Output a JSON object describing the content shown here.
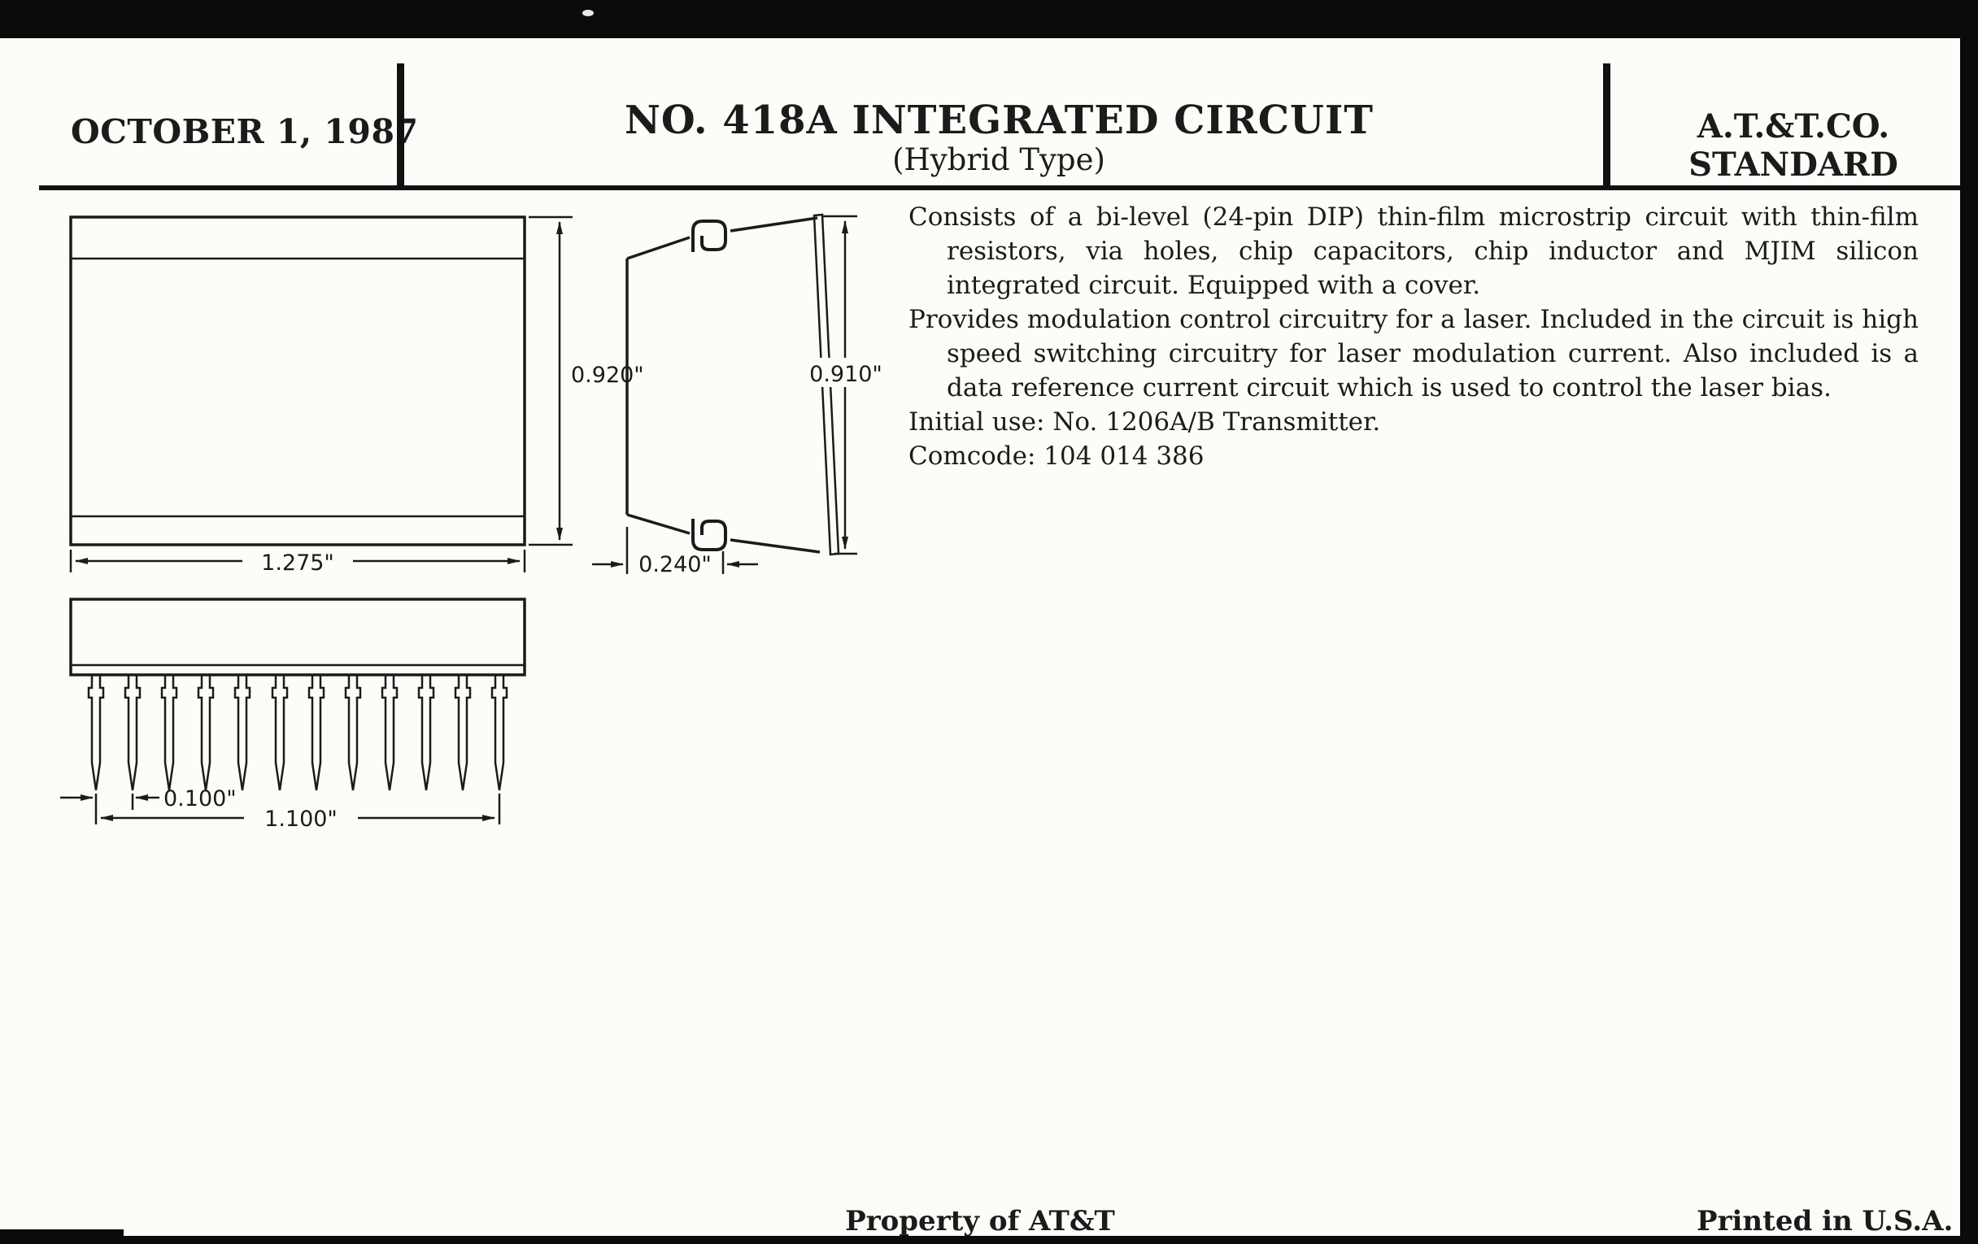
{
  "header": {
    "date": "OCTOBER 1, 1987",
    "title": "NO. 418A INTEGRATED CIRCUIT",
    "subtitle": "(Hybrid Type)",
    "org_line1": "A.T.&T.CO.",
    "org_line2": "STANDARD"
  },
  "description": {
    "paragraphs": [
      "Consists of a bi-level (24-pin DIP) thin-film microstrip circuit with thin-film resistors, via holes, chip capacitors, chip inductor and MJIM silicon integrated circuit. Equipped with a cover.",
      "Provides modulation control circuitry for a laser. Included in the circuit is high speed switching circuitry for laser modulation current. Also included is a data reference current circuit which is used to control the laser bias.",
      "Initial use: No. 1206A/B Transmitter.",
      "Comcode: 104 014 386"
    ]
  },
  "drawing": {
    "dim_front_height": "0.920\"",
    "dim_front_width": "1.275\"",
    "dim_side_height": "0.910\"",
    "dim_side_depth": "0.240\"",
    "dim_pin_pitch": "0.100\"",
    "dim_pin_span": "1.100\""
  },
  "footer": {
    "property_notice": "Property of AT&T",
    "printed_notice": "Printed in U.S.A."
  }
}
